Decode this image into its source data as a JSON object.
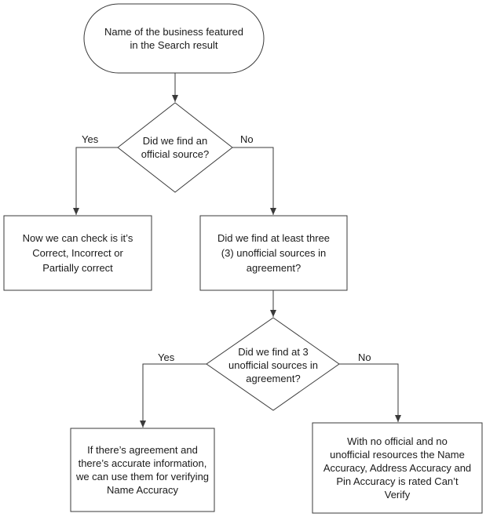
{
  "diagram": {
    "start": {
      "text": "Name of the business featured\nin the Search result"
    },
    "decision_official": {
      "text": "Did we find an\nofficial source?",
      "yes_label": "Yes",
      "no_label": "No"
    },
    "result_check": {
      "text": "Now we can check is it’s\nCorrect, Incorrect or\nPartially correct"
    },
    "process_three_sources": {
      "text": "Did we find at least three\n(3) unofficial sources in\nagreement?"
    },
    "decision_three": {
      "text": "Did we find at 3\nunofficial sources in\nagreement?",
      "yes_label": "Yes",
      "no_label": "No"
    },
    "result_agreement": {
      "text": "If there’s agreement and\nthere’s accurate information,\nwe can use them for verifying\nName Accuracy"
    },
    "result_cant_verify": {
      "text": "With no official and no\nunofficial resources the Name\nAccuracy, Address Accuracy and\nPin Accuracy is rated Can’t\nVerify"
    }
  },
  "colors": {
    "shape_fill": "#ffffff",
    "stroke": "#3a3a3a",
    "text": "#1a1a1a"
  }
}
